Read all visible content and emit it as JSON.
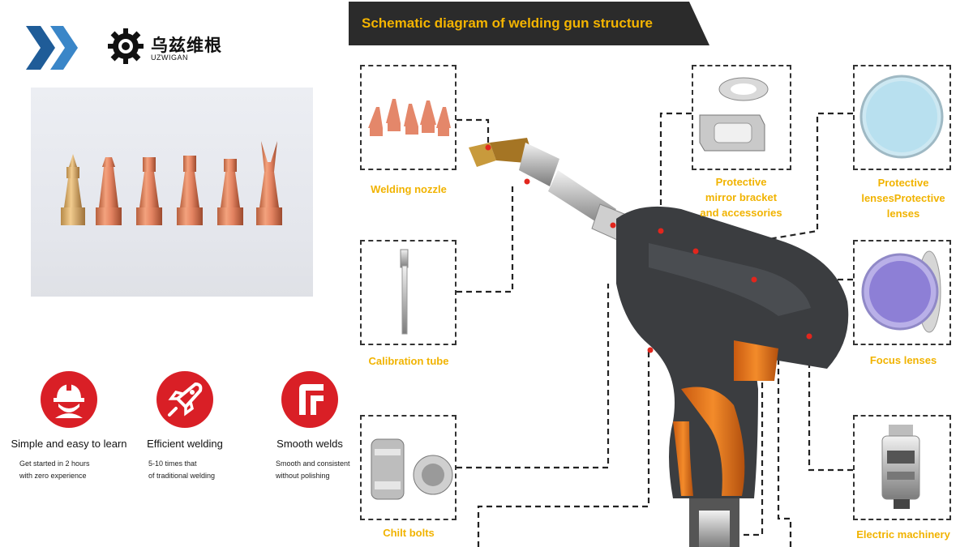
{
  "brand": {
    "name_cn": "乌兹维根",
    "name_en": "UZWIGAN",
    "accent_color": "#2c6fb1"
  },
  "features": [
    {
      "icon": "worker-helmet-icon",
      "title": "Simple and easy to learn",
      "desc_line1": "Get started in 2 hours",
      "desc_line2": "with zero experience"
    },
    {
      "icon": "rocket-icon",
      "title": "Efficient welding",
      "desc_line1": "5-10 times that",
      "desc_line2": "of traditional welding"
    },
    {
      "icon": "smooth-weld-icon",
      "title": "Smooth welds",
      "desc_line1": "Smooth and consistent",
      "desc_line2": "without polishing"
    }
  ],
  "diagram": {
    "title": "Schematic diagram of welding gun structure",
    "label_color": "#f1b300",
    "parts": {
      "welding_nozzle": "Welding nozzle",
      "calibration_tube": "Calibration tube",
      "chilt_bolts": "Chilt bolts",
      "mirror_bracket_l1": "Protective",
      "mirror_bracket_l2": "mirror bracket",
      "mirror_bracket_l3": "and accessories",
      "protective_lenses_l1": "Protective",
      "protective_lenses_l2": "lensesProtective",
      "protective_lenses_l3": "lenses",
      "focus_lenses": "Focus lenses",
      "electric_machinery": "Electric machinery"
    }
  }
}
